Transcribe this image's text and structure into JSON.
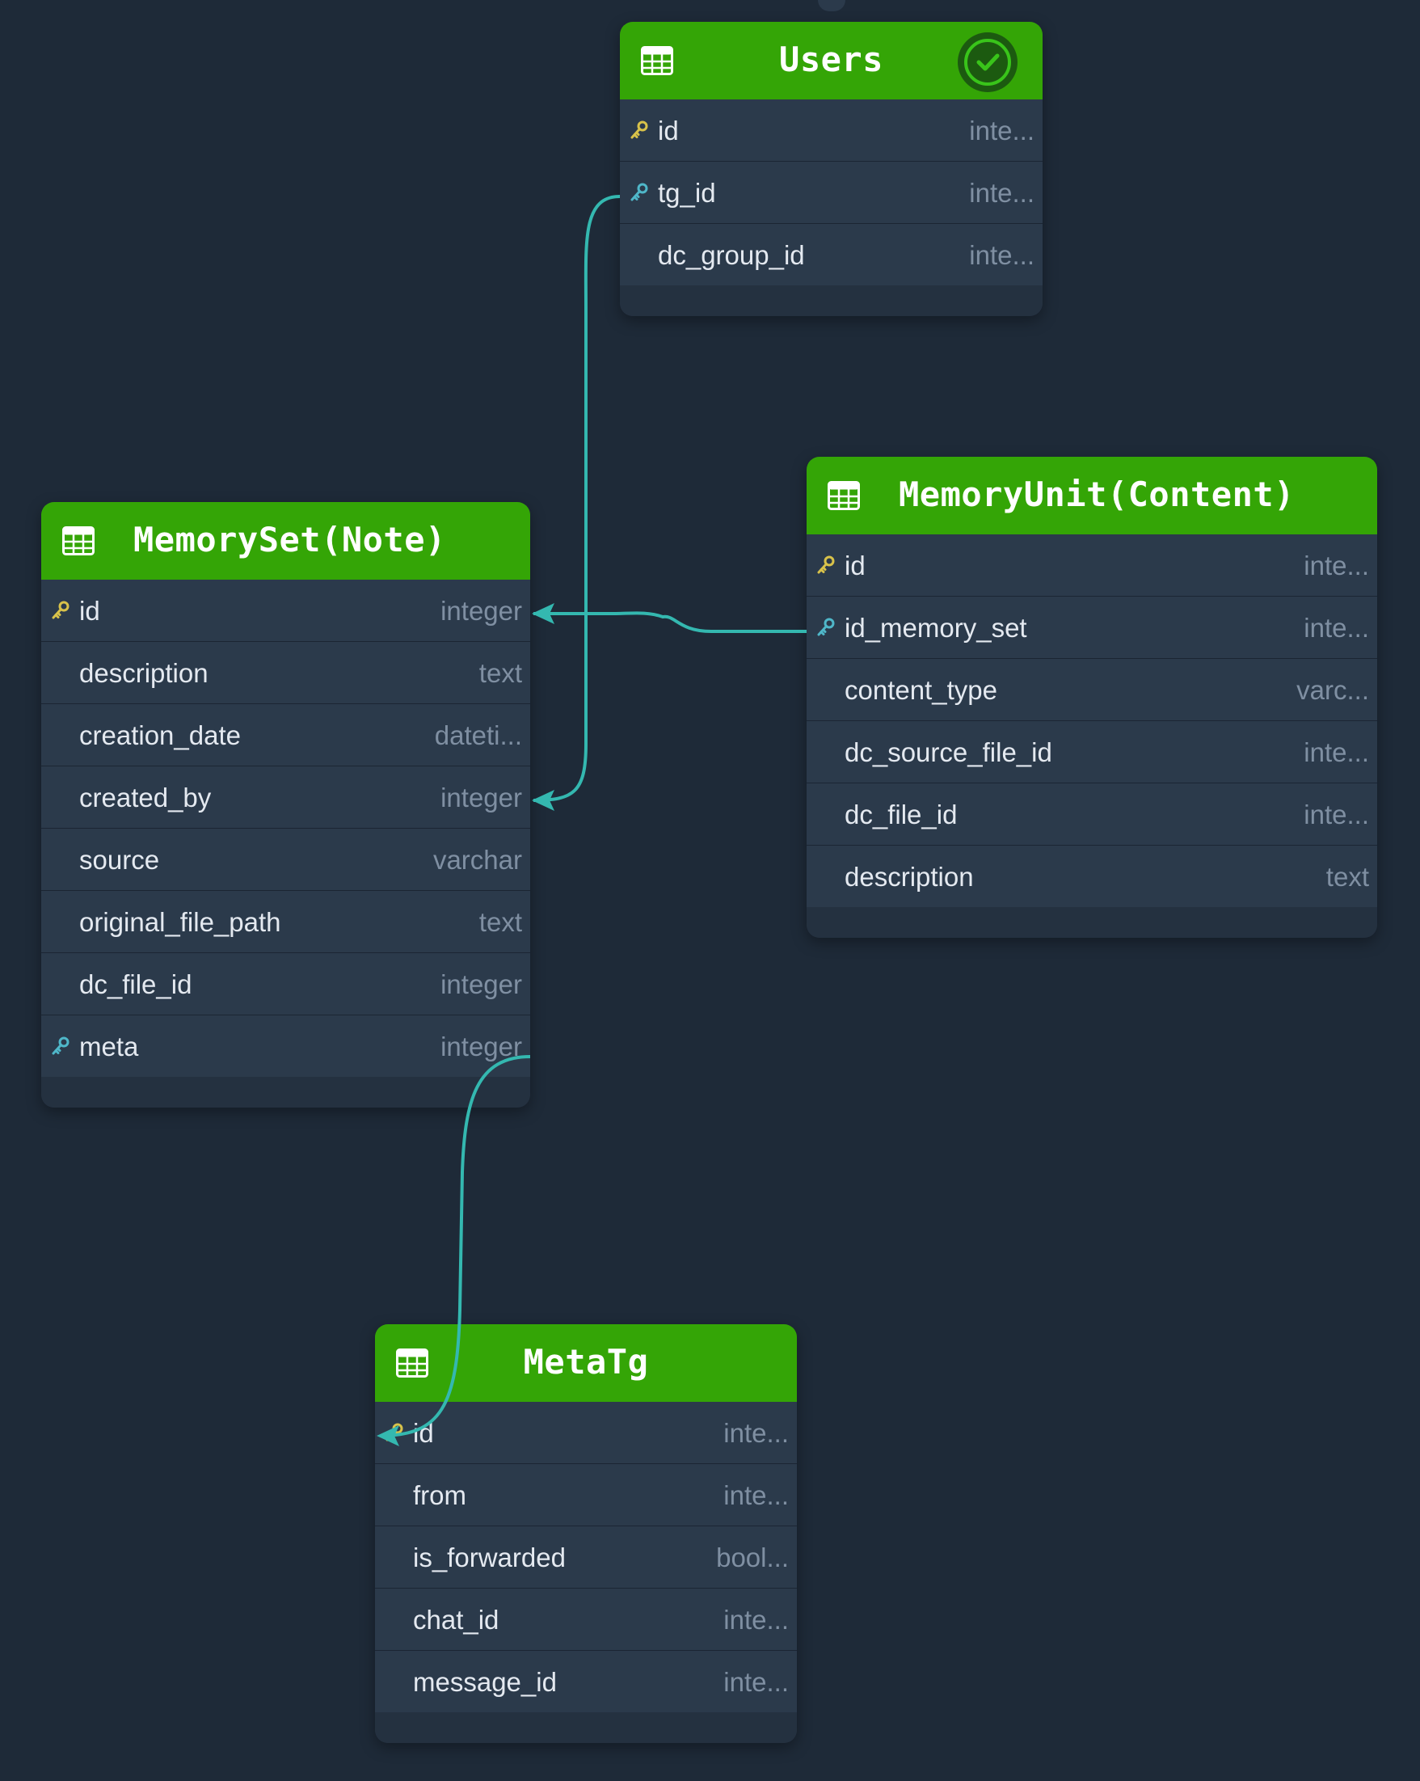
{
  "colors": {
    "background": "#1e2a38",
    "header": "#34a506",
    "row": "#2b3a4b",
    "connector": "#34b8b0",
    "primary_key": "#d8c24a",
    "foreign_key": "#4fb7c9"
  },
  "tables": {
    "users": {
      "title": "Users",
      "status_icon": "check-circle-icon",
      "fields": [
        {
          "name": "id",
          "type": "inte...",
          "key": "primary"
        },
        {
          "name": "tg_id",
          "type": "inte...",
          "key": "foreign"
        },
        {
          "name": "dc_group_id",
          "type": "inte...",
          "key": "none"
        }
      ]
    },
    "memoryset": {
      "title": "MemorySet(Note)",
      "fields": [
        {
          "name": "id",
          "type": "integer",
          "key": "primary"
        },
        {
          "name": "description",
          "type": "text",
          "key": "none"
        },
        {
          "name": "creation_date",
          "type": "dateti...",
          "key": "none"
        },
        {
          "name": "created_by",
          "type": "integer",
          "key": "none"
        },
        {
          "name": "source",
          "type": "varchar",
          "key": "none"
        },
        {
          "name": "original_file_path",
          "type": "text",
          "key": "none"
        },
        {
          "name": "dc_file_id",
          "type": "integer",
          "key": "none"
        },
        {
          "name": "meta",
          "type": "integer",
          "key": "foreign"
        }
      ]
    },
    "memoryunit": {
      "title": "MemoryUnit(Content)",
      "fields": [
        {
          "name": "id",
          "type": "inte...",
          "key": "primary"
        },
        {
          "name": "id_memory_set",
          "type": "inte...",
          "key": "foreign"
        },
        {
          "name": "content_type",
          "type": "varc...",
          "key": "none"
        },
        {
          "name": "dc_source_file_id",
          "type": "inte...",
          "key": "none"
        },
        {
          "name": "dc_file_id",
          "type": "inte...",
          "key": "none"
        },
        {
          "name": "description",
          "type": "text",
          "key": "none"
        }
      ]
    },
    "metatg": {
      "title": "MetaTg",
      "fields": [
        {
          "name": "id",
          "type": "inte...",
          "key": "primary"
        },
        {
          "name": "from",
          "type": "inte...",
          "key": "none"
        },
        {
          "name": "is_forwarded",
          "type": "bool...",
          "key": "none"
        },
        {
          "name": "chat_id",
          "type": "inte...",
          "key": "none"
        },
        {
          "name": "message_id",
          "type": "inte...",
          "key": "none"
        }
      ]
    }
  },
  "relations": [
    {
      "from": "Users.tg_id",
      "to": "MemorySet(Note).created_by"
    },
    {
      "from": "MemoryUnit(Content).id_memory_set",
      "to": "MemorySet(Note).id"
    },
    {
      "from": "MemorySet(Note).meta",
      "to": "MetaTg.id"
    }
  ]
}
